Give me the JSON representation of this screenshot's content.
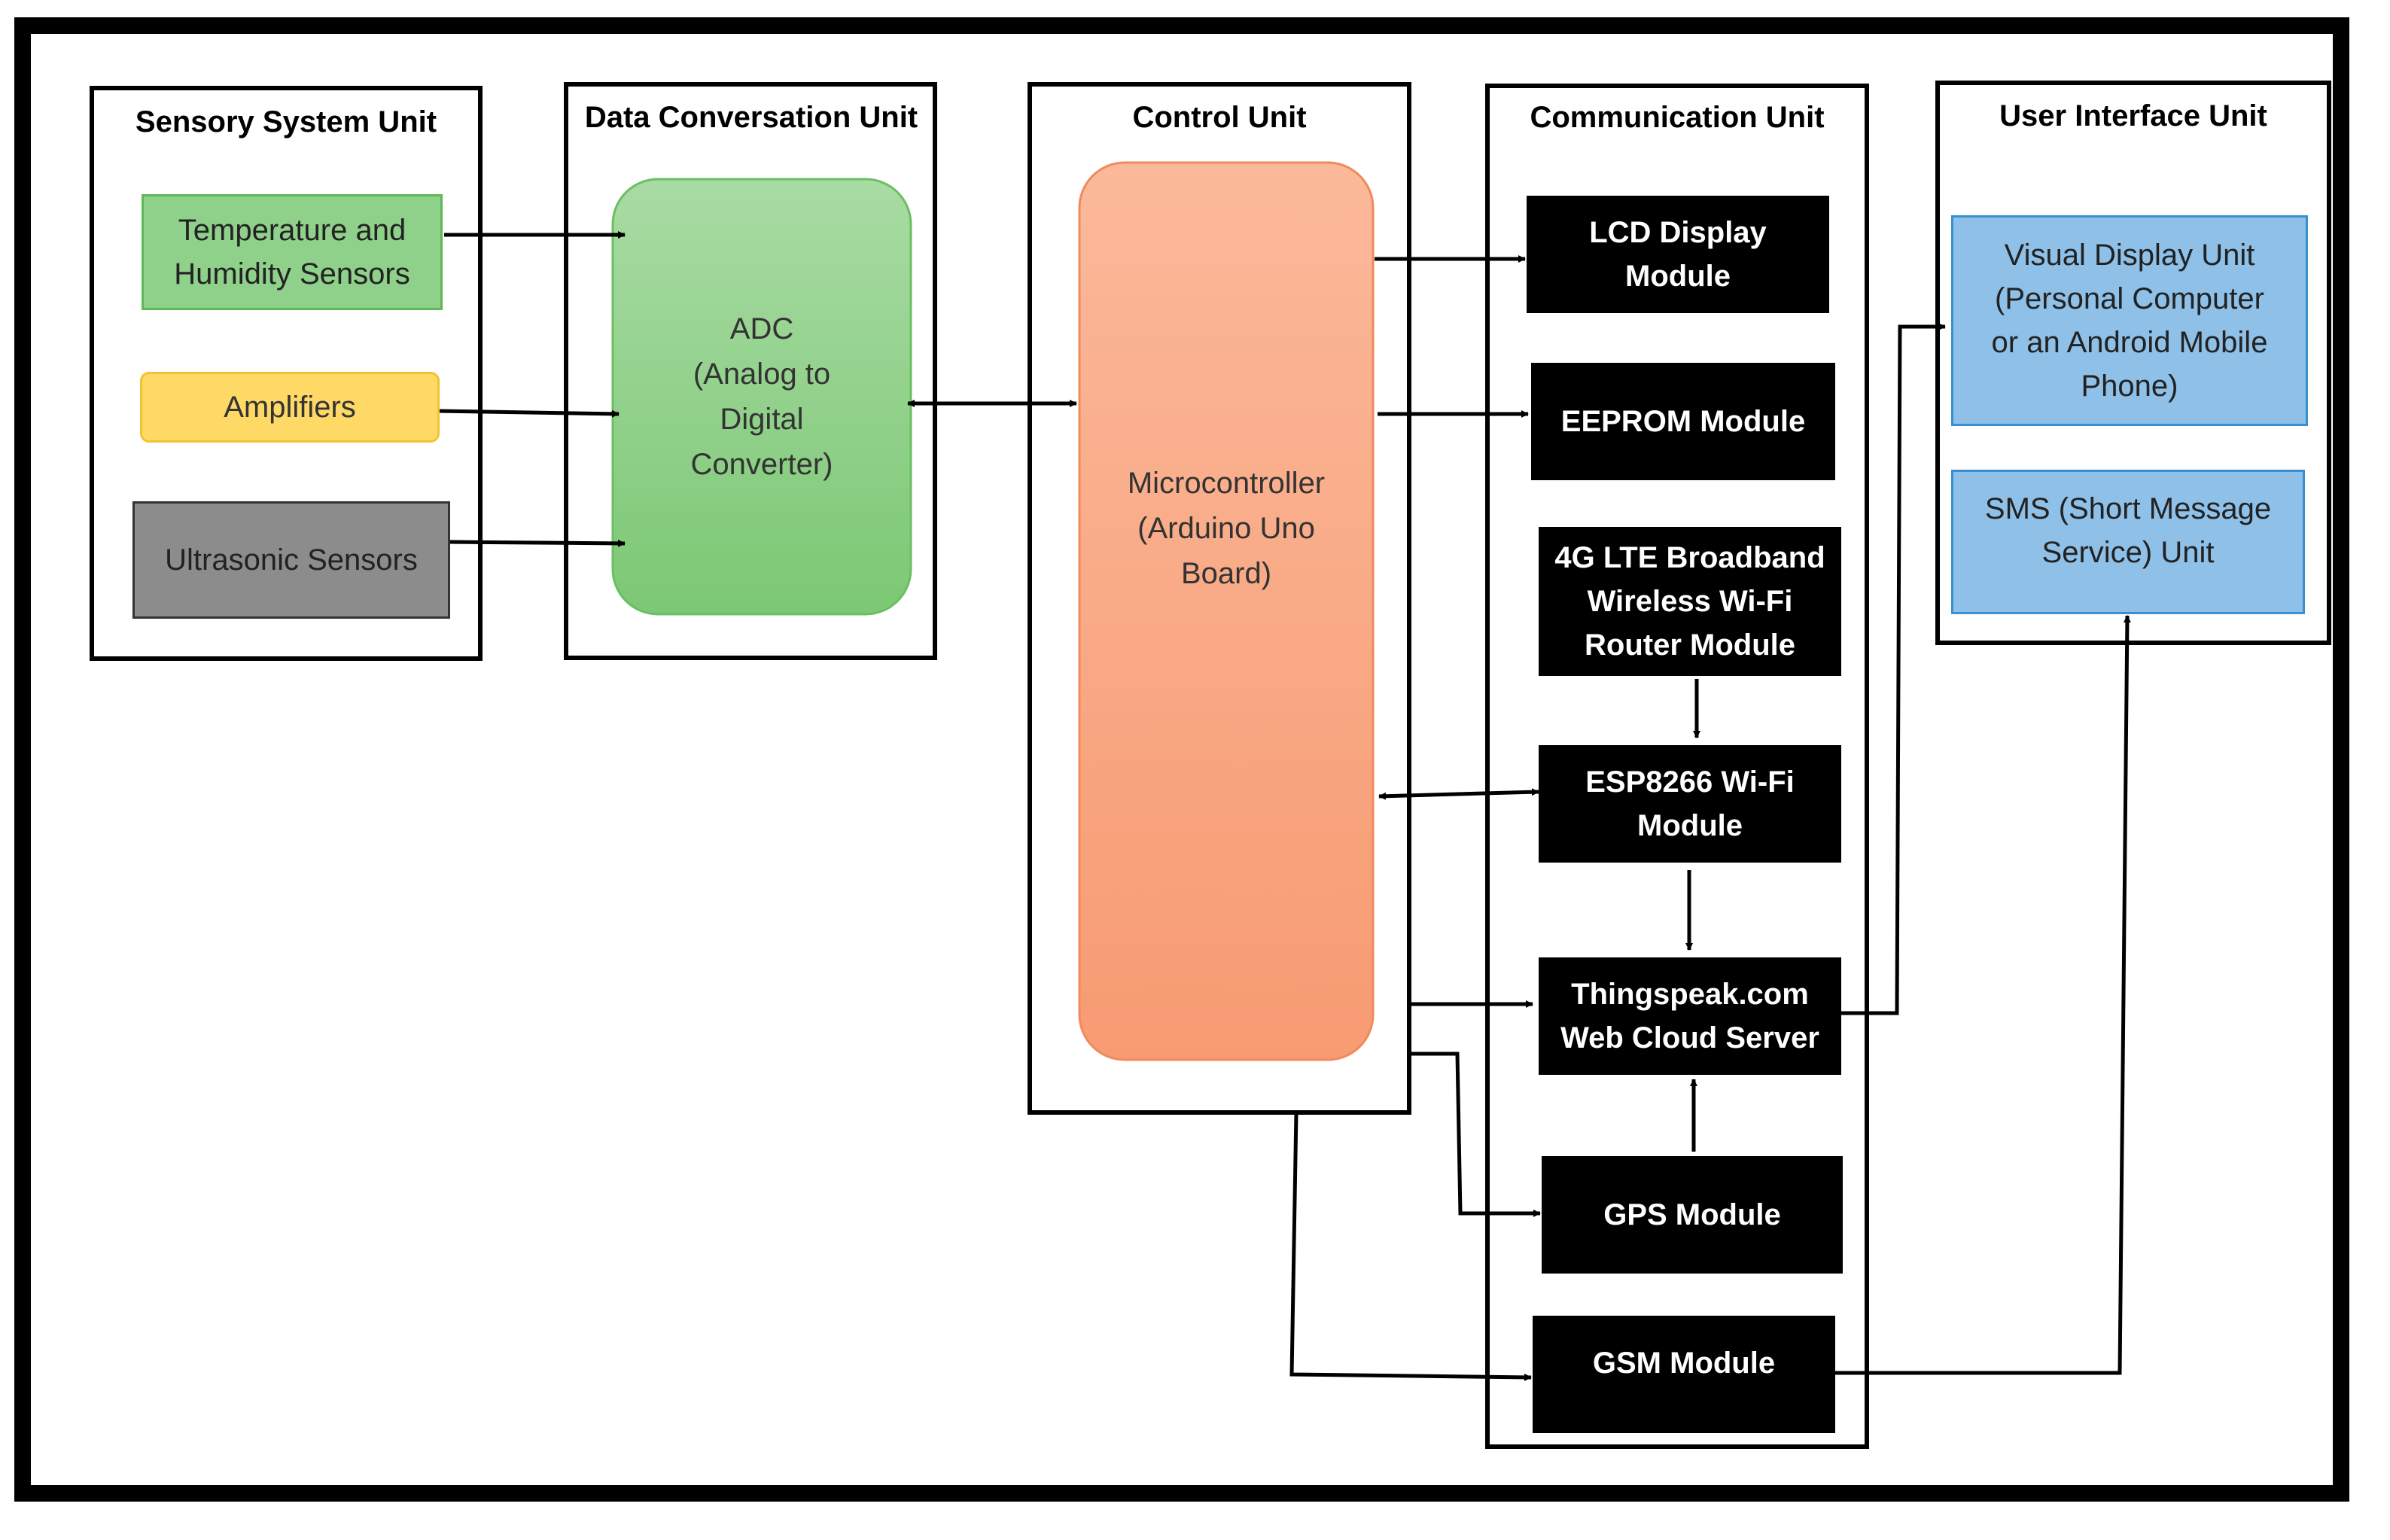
{
  "units": {
    "sensory": "Sensory System Unit",
    "data_conversation": "Data Conversation Unit",
    "control": "Control Unit",
    "communication": "Communication Unit",
    "user_interface": "User Interface Unit"
  },
  "sensory_items": {
    "temperature": "Temperature and\nHumidity Sensors",
    "amplifiers": "Amplifiers",
    "ultrasonic": "Ultrasonic Sensors"
  },
  "adc": "ADC\n(Analog to\nDigital\nConverter)",
  "microcontroller": "Microcontroller\n(Arduino Uno\nBoard)",
  "communication_items": {
    "lcd": "LCD Display\nModule",
    "eeprom": "EEPROM Module",
    "router": "4G LTE Broadband\nWireless Wi-Fi\nRouter Module",
    "esp": "ESP8266 Wi-Fi\nModule",
    "thingspeak": "Thingspeak.com\nWeb Cloud Server",
    "gps": "GPS Module",
    "gsm": "GSM Module"
  },
  "ui_items": {
    "visual": "Visual Display Unit\n(Personal Computer\nor an Android Mobile\nPhone)",
    "sms": "SMS (Short Message\nService) Unit"
  },
  "colors": {
    "green_box": "#8fd08a",
    "yellow_box": "#ffd966",
    "gray_box": "#8c8c8c",
    "salmon_box": "#f9a47e",
    "blue_box": "#8ec0e8",
    "black_box": "#000000"
  }
}
